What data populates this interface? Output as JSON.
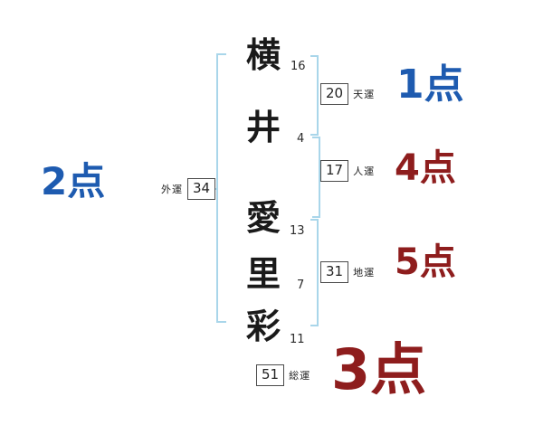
{
  "name_chars": [
    {
      "char": "横",
      "strokes": "16"
    },
    {
      "char": "井",
      "strokes": "4"
    },
    {
      "char": "愛",
      "strokes": "13"
    },
    {
      "char": "里",
      "strokes": "7"
    },
    {
      "char": "彩",
      "strokes": "11"
    }
  ],
  "fortunes": {
    "gai": {
      "label": "外運",
      "value": "34"
    },
    "ten": {
      "label": "天運",
      "value": "20"
    },
    "jin": {
      "label": "人運",
      "value": "17"
    },
    "chi": {
      "label": "地運",
      "value": "31"
    },
    "sou": {
      "label": "総運",
      "value": "51"
    }
  },
  "scores": {
    "gai": "2点",
    "ten": "1点",
    "jin": "4点",
    "chi": "5点",
    "sou": "3点"
  },
  "colors": {
    "score_blue": "#1e5bb0",
    "score_red": "#8e1d1d",
    "bracket": "#a9d6ea",
    "ink": "#1a1a1a"
  }
}
